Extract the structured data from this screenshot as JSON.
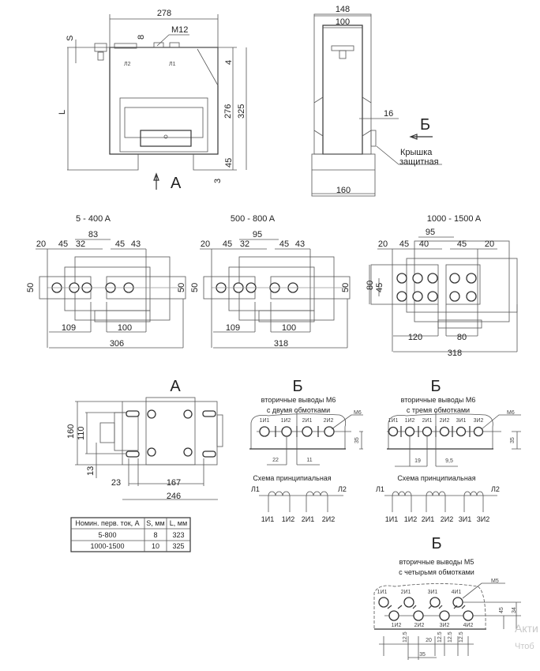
{
  "front_view": {
    "dim_width": "278",
    "dim_s": "S",
    "dim_8": "8",
    "thread": "M12",
    "dim_4": "4",
    "dim_276": "276",
    "dim_325": "325",
    "dim_45": "45",
    "dim_3": "3",
    "dim_l": "L",
    "terminal_l2": "Л2",
    "terminal_l1": "Л1",
    "view_arrow": "A"
  },
  "side_view": {
    "dim_148": "148",
    "dim_100": "100",
    "dim_16": "16",
    "dim_160": "160",
    "view_arrow": "Б",
    "cover_label_1": "Крышка",
    "cover_label_2": "защитная"
  },
  "top_views": [
    {
      "title": "5 - 400 A",
      "dims": [
        "83",
        "20",
        "45",
        "32",
        "45",
        "43",
        "50",
        "50",
        "109",
        "100",
        "306"
      ]
    },
    {
      "title": "500 - 800 A",
      "dims": [
        "95",
        "20",
        "45",
        "32",
        "45",
        "43",
        "50",
        "50",
        "109",
        "100",
        "318"
      ]
    },
    {
      "title": "1000 - 1500 A",
      "dims": [
        "95",
        "20",
        "45",
        "40",
        "45",
        "20",
        "80",
        "45",
        "120",
        "80",
        "318"
      ]
    }
  ],
  "view_a": {
    "title": "A",
    "dim_160": "160",
    "dim_110": "110",
    "dim_13": "13",
    "dim_23": "23",
    "dim_167": "167",
    "dim_246": "246"
  },
  "table": {
    "headers": [
      "Номин. перв. ток, А",
      "S, мм",
      "L, мм"
    ],
    "rows": [
      [
        "5-800",
        "8",
        "323"
      ],
      [
        "1000-1500",
        "10",
        "325"
      ]
    ]
  },
  "view_b1": {
    "title": "Б",
    "line1": "вторичные выводы М6",
    "line2": "с двумя обмотками",
    "thread": "М6",
    "terminals": [
      "1И1",
      "1И2",
      "2И1",
      "2И2"
    ],
    "dim_35": "35",
    "dim_22": "22",
    "dim_11": "11",
    "scheme_title": "Схема принципиальная",
    "l1": "Л1",
    "l2": "Л2",
    "scheme_terminals": [
      "1И1",
      "1И2",
      "2И1",
      "2И2"
    ]
  },
  "view_b2": {
    "title": "Б",
    "line1": "вторичные выводы М6",
    "line2": "с тремя обмотками",
    "thread": "М6",
    "terminals": [
      "1И1",
      "1И2",
      "2И1",
      "2И2",
      "3И1",
      "3И2"
    ],
    "dim_35": "35",
    "dim_19": "19",
    "dim_9_5": "9,5",
    "scheme_title": "Схема принципиальная",
    "l1": "Л1",
    "l2": "Л2",
    "scheme_terminals": [
      "1И1",
      "1И2",
      "2И1",
      "2И2",
      "3И1",
      "3И2"
    ]
  },
  "view_b3": {
    "title": "Б",
    "line1": "вторичные выводы М5",
    "line2": "с четырьмя обмотками",
    "thread": "М5",
    "top_terminals": [
      "1И1",
      "2И1",
      "3И1",
      "4И1"
    ],
    "bottom_terminals": [
      "1И2",
      "2И2",
      "3И2",
      "4И2"
    ],
    "dim_45": "45",
    "dim_34": "34",
    "pitch_dims": [
      "12.5",
      "20",
      "12.5",
      "12.5",
      "12.5"
    ],
    "dim_35": "35"
  },
  "watermark": {
    "line1": "Акти",
    "line2": "Чтоб"
  }
}
